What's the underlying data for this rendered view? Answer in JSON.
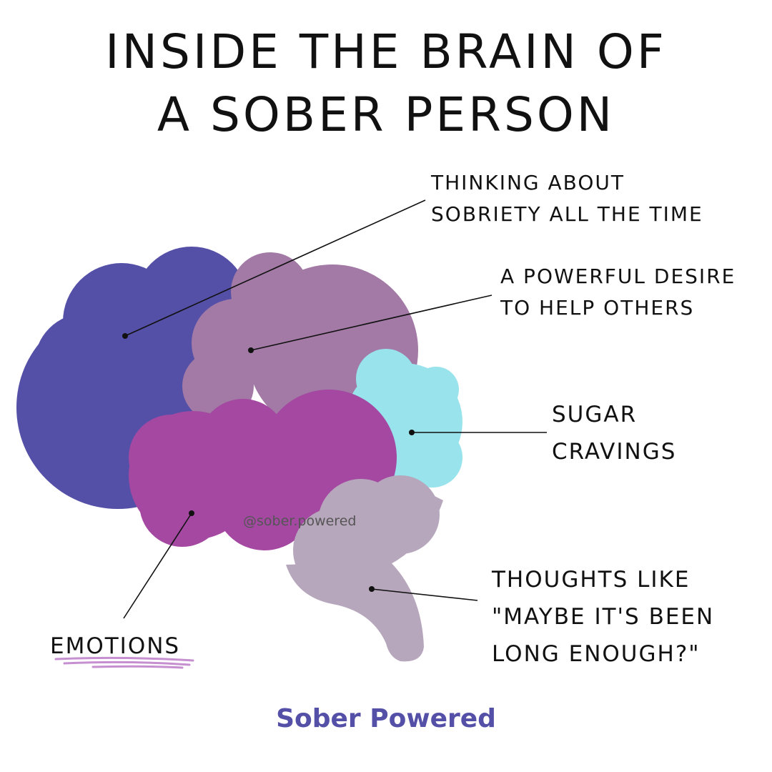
{
  "title": {
    "line1": "INSIDE THE BRAIN OF",
    "line2": "A SOBER PERSON"
  },
  "labels": {
    "thinking": [
      "THINKING ABOUT",
      "SOBRIETY ALL THE TIME"
    ],
    "desire": [
      "A POWERFUL DESIRE",
      "TO HELP OTHERS"
    ],
    "sugar": [
      "SUGAR",
      "CRAVINGS"
    ],
    "thoughts": [
      "THOUGHTS LIKE",
      "\"MAYBE IT'S BEEN",
      "LONG ENOUGH?\""
    ],
    "emotions": "EMOTIONS"
  },
  "watermark": "@sober.powered",
  "brand": "Sober Powered",
  "colors": {
    "frontal": "#5550a7",
    "parietal": "#a27aa5",
    "occipital": "#98e3ec",
    "temporal": "#a448a2",
    "brainstem": "#b7a7bc",
    "brand": "#5550a7",
    "underline": "#c58fd0"
  }
}
